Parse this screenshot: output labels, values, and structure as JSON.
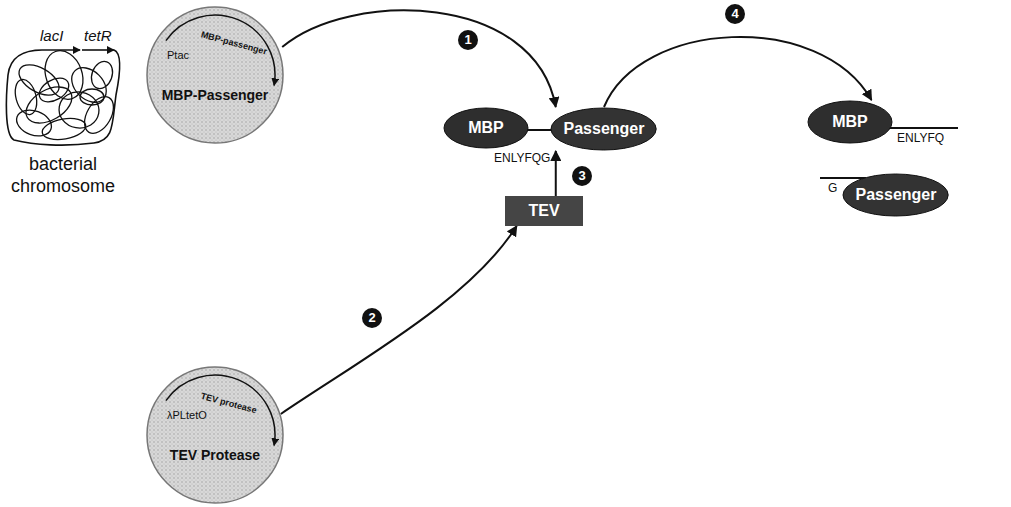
{
  "diagram": {
    "nodes": [
      {
        "text": [
          "bacterial chromosome"
        ]
      },
      {
        "text": [
          "Ptac",
          "MBP-passenger",
          "MBP-Passenger"
        ]
      },
      {
        "text": [
          "MBP"
        ]
      },
      {
        "text": [
          "Passenger"
        ]
      },
      {
        "text": [
          "MBP"
        ]
      },
      {
        "text": [
          "TEV"
        ]
      },
      {
        "text": [
          "Passenger"
        ]
      },
      {
        "text": [
          "λPLtetO",
          "TEV protease",
          "TEV Protease"
        ]
      }
    ],
    "edges": [
      {
        "from": 1,
        "to": 3,
        "arrow": "to"
      },
      {
        "from": 7,
        "to": 5,
        "arrow": "to"
      },
      {
        "from": 5,
        "to": 3,
        "arrow": "to"
      },
      {
        "from": 3,
        "to": 4,
        "arrow": "to"
      }
    ],
    "labels": [
      "lacI",
      "tetR",
      "1",
      "2",
      "3",
      "4",
      "ENLYFQG",
      "ENLYFQ",
      "G"
    ]
  }
}
